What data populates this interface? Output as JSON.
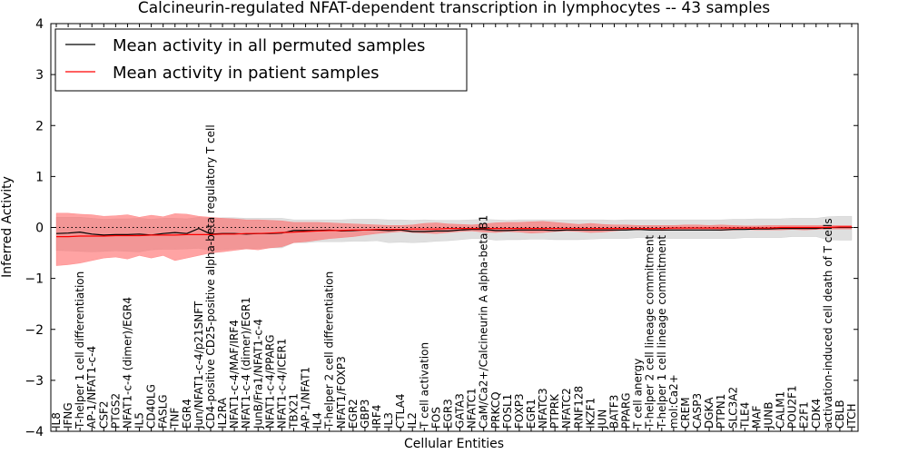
{
  "chart_data": {
    "type": "line",
    "title": "Calcineurin-regulated NFAT-dependent transcription in lymphocytes -- 43 samples",
    "xlabel": "Cellular Entities",
    "ylabel": "Inferred Activity",
    "ylim": [
      -4,
      4
    ],
    "yticks": [
      -4,
      -3,
      -2,
      -1,
      0,
      1,
      2,
      3,
      4
    ],
    "ytick_labels": [
      "−4",
      "−3",
      "−2",
      "−1",
      "0",
      "1",
      "2",
      "3",
      "4"
    ],
    "grid": false,
    "legend_position": "top-left",
    "legend": [
      {
        "label": "Mean activity in all permuted samples",
        "color": "#000000"
      },
      {
        "label": "Mean activity in patient samples",
        "color": "#ff0000"
      }
    ],
    "categories": [
      "IL8",
      "IFNG",
      "T-helper 1 cell differentiation",
      "AP-1/NFAT1-c-4",
      "CSF2",
      "PTGS2",
      "NFAT1-c-4 (dimer)/EGR4",
      "IL5",
      "CD40LG",
      "FASLG",
      "TNF",
      "EGR4",
      "Jun/NFAT1-c-4/p21SNFT",
      "CD4-positive CD25-positive alpha-beta regulatory T cell",
      "IL2RA",
      "NFAT1-c-4/MAF/IRF4",
      "NFAT1-c-4 (dimer)/EGR1",
      "JunB/Fra1/NFAT1-c-4",
      "NFAT1-c-4/PPARG",
      "NFAT1-c-4/ICER1",
      "TBX21",
      "AP-1/NFAT1",
      "IL4",
      "T-helper 2 cell differentiation",
      "NFAT1/FOXP3",
      "EGR2",
      "GBP3",
      "IRF4",
      "IL3",
      "CTLA4",
      "IL2",
      "T cell activation",
      "FOS",
      "EGR3",
      "GATA3",
      "NFATC1",
      "CaM/Ca2+/Calcineurin A alpha-beta B1",
      "PRKCQ",
      "FOSL1",
      "FOXP3",
      "EGR1",
      "NFATC3",
      "PTPRK",
      "NFATC2",
      "RNF128",
      "IKZF1",
      "JUN",
      "BATF3",
      "PPARG",
      "T cell anergy",
      "T-helper 2 cell lineage commitment",
      "T-helper 1 cell lineage commitment",
      "mol:Ca2+",
      "CREM",
      "CASP3",
      "DGKA",
      "PTPN1",
      "SLC3A2",
      "TLE4",
      "MAF",
      "JUNB",
      "CALM1",
      "POU2F1",
      "E2F1",
      "CDK4",
      "activation-induced cell death of T cells",
      "CBLB",
      "ITCH"
    ],
    "series": [
      {
        "name": "Mean activity in all permuted samples",
        "color": "#000000",
        "values": [
          -0.12,
          -0.11,
          -0.09,
          -0.13,
          -0.15,
          -0.14,
          -0.14,
          -0.13,
          -0.15,
          -0.12,
          -0.1,
          -0.12,
          -0.02,
          -0.13,
          -0.12,
          -0.12,
          -0.13,
          -0.12,
          -0.12,
          -0.11,
          -0.06,
          -0.06,
          -0.06,
          -0.05,
          -0.07,
          -0.06,
          -0.05,
          -0.05,
          -0.06,
          -0.05,
          -0.08,
          -0.08,
          -0.07,
          -0.07,
          -0.05,
          -0.04,
          -0.04,
          -0.06,
          -0.06,
          -0.05,
          -0.05,
          -0.05,
          -0.06,
          -0.05,
          -0.05,
          -0.05,
          -0.05,
          -0.05,
          -0.05,
          -0.04,
          -0.05,
          -0.05,
          -0.05,
          -0.05,
          -0.05,
          -0.05,
          -0.05,
          -0.04,
          -0.04,
          -0.03,
          -0.03,
          -0.02,
          -0.02,
          -0.02,
          -0.02,
          0.0,
          0.0,
          0.0
        ]
      },
      {
        "name": "Mean activity in patient samples",
        "color": "#ff0000",
        "values": [
          -0.18,
          -0.18,
          -0.17,
          -0.17,
          -0.17,
          -0.16,
          -0.16,
          -0.16,
          -0.15,
          -0.15,
          -0.15,
          -0.14,
          -0.14,
          -0.14,
          -0.13,
          -0.13,
          -0.12,
          -0.12,
          -0.11,
          -0.1,
          -0.09,
          -0.08,
          -0.07,
          -0.06,
          -0.06,
          -0.05,
          -0.05,
          -0.04,
          -0.04,
          -0.04,
          -0.03,
          -0.03,
          -0.03,
          -0.02,
          -0.02,
          -0.02,
          -0.02,
          -0.02,
          -0.02,
          -0.02,
          -0.02,
          -0.02,
          -0.02,
          -0.02,
          -0.02,
          -0.02,
          -0.02,
          -0.02,
          -0.02,
          -0.02,
          -0.02,
          -0.02,
          -0.01,
          -0.01,
          -0.01,
          -0.01,
          -0.01,
          -0.01,
          -0.01,
          -0.01,
          -0.01,
          0.0,
          0.0,
          0.0,
          0.0,
          0.0,
          0.01,
          0.01
        ]
      }
    ],
    "bands": [
      {
        "name": "permuted-range",
        "color": "#c0c0c0",
        "lower": [
          -0.45,
          -0.46,
          -0.47,
          -0.48,
          -0.47,
          -0.46,
          -0.47,
          -0.48,
          -0.44,
          -0.43,
          -0.43,
          -0.42,
          -0.41,
          -0.45,
          -0.44,
          -0.42,
          -0.42,
          -0.41,
          -0.4,
          -0.4,
          -0.3,
          -0.3,
          -0.28,
          -0.28,
          -0.28,
          -0.27,
          -0.27,
          -0.26,
          -0.3,
          -0.29,
          -0.3,
          -0.29,
          -0.27,
          -0.26,
          -0.24,
          -0.22,
          -0.22,
          -0.25,
          -0.24,
          -0.24,
          -0.23,
          -0.23,
          -0.24,
          -0.24,
          -0.24,
          -0.23,
          -0.22,
          -0.22,
          -0.22,
          -0.2,
          -0.2,
          -0.22,
          -0.22,
          -0.22,
          -0.22,
          -0.22,
          -0.22,
          -0.22,
          -0.2,
          -0.2,
          -0.2,
          -0.2,
          -0.18,
          -0.18,
          -0.18,
          -0.24,
          -0.25,
          -0.25
        ],
        "upper": [
          0.2,
          0.2,
          0.2,
          0.18,
          0.16,
          0.17,
          0.17,
          0.18,
          0.16,
          0.18,
          0.18,
          0.17,
          0.2,
          0.18,
          0.19,
          0.19,
          0.18,
          0.18,
          0.18,
          0.18,
          0.15,
          0.15,
          0.15,
          0.15,
          0.15,
          0.16,
          0.16,
          0.16,
          0.15,
          0.15,
          0.14,
          0.15,
          0.14,
          0.14,
          0.14,
          0.15,
          0.16,
          0.15,
          0.14,
          0.15,
          0.15,
          0.15,
          0.15,
          0.15,
          0.15,
          0.15,
          0.15,
          0.14,
          0.15,
          0.15,
          0.15,
          0.15,
          0.15,
          0.15,
          0.15,
          0.15,
          0.15,
          0.16,
          0.16,
          0.17,
          0.17,
          0.17,
          0.18,
          0.18,
          0.18,
          0.21,
          0.22,
          0.22
        ]
      },
      {
        "name": "patient-range",
        "color": "#ff6666",
        "lower": [
          -0.75,
          -0.73,
          -0.7,
          -0.65,
          -0.6,
          -0.58,
          -0.62,
          -0.55,
          -0.6,
          -0.55,
          -0.65,
          -0.6,
          -0.55,
          -0.5,
          -0.48,
          -0.45,
          -0.42,
          -0.44,
          -0.4,
          -0.38,
          -0.3,
          -0.28,
          -0.25,
          -0.22,
          -0.2,
          -0.18,
          -0.15,
          -0.12,
          -0.1,
          -0.08,
          -0.1,
          -0.11,
          -0.12,
          -0.1,
          -0.08,
          -0.07,
          -0.09,
          -0.1,
          -0.08,
          -0.09,
          -0.11,
          -0.1,
          -0.08,
          -0.07,
          -0.08,
          -0.1,
          -0.09,
          -0.07,
          -0.05,
          -0.05,
          -0.04,
          -0.06,
          -0.05,
          -0.04,
          -0.03,
          -0.05,
          -0.06,
          -0.05,
          -0.04,
          -0.05,
          -0.05,
          -0.05,
          -0.04,
          -0.05,
          -0.04,
          -0.03,
          -0.03,
          -0.03
        ],
        "upper": [
          0.28,
          0.28,
          0.26,
          0.25,
          0.22,
          0.23,
          0.25,
          0.2,
          0.24,
          0.21,
          0.27,
          0.26,
          0.22,
          0.2,
          0.18,
          0.17,
          0.15,
          0.15,
          0.14,
          0.13,
          0.1,
          0.1,
          0.1,
          0.09,
          0.08,
          0.07,
          0.06,
          0.05,
          0.04,
          0.04,
          0.05,
          0.08,
          0.09,
          0.07,
          0.06,
          0.05,
          0.07,
          0.09,
          0.1,
          0.1,
          0.11,
          0.12,
          0.1,
          0.08,
          0.06,
          0.08,
          0.06,
          0.05,
          0.05,
          0.04,
          0.04,
          0.04,
          0.04,
          0.05,
          0.05,
          0.04,
          0.05,
          0.04,
          0.03,
          0.03,
          0.04,
          0.04,
          0.04,
          0.04,
          0.04,
          0.04,
          0.04,
          0.04
        ]
      }
    ]
  }
}
